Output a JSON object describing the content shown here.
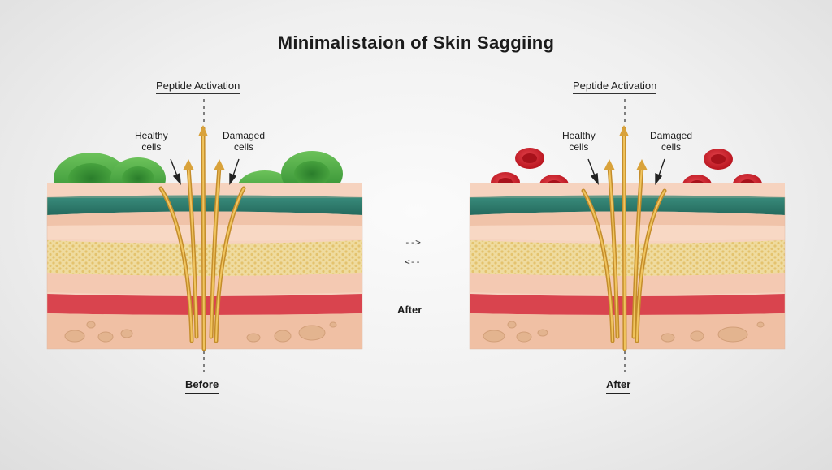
{
  "title": "Minimalistaion of Skin Saggiing",
  "left_panel": {
    "peptide_label": "Peptide Activation",
    "healthy_label_1": "Healthy",
    "healthy_label_2": "cells",
    "damaged_label_1": "Damaged",
    "damaged_label_2": "cells",
    "caption": "Before",
    "cell_color": "#3fa33c"
  },
  "right_panel": {
    "peptide_label": "Peptide Activation",
    "healthy_label_1": "Healthy",
    "healthy_label_2": "cells",
    "damaged_label_1": "Damaged",
    "damaged_label_2": "cells",
    "caption": "After",
    "cell_color": "#c8202b"
  },
  "center": {
    "arrow_right": "-->",
    "arrow_left": "<--",
    "label": "After"
  },
  "colors": {
    "epidermis": "#2e7a6c",
    "dermis": "#f2c4ad",
    "fat_layer": "#efdb9f",
    "vascular": "#d9444e",
    "fiber": "#d8a23a"
  }
}
